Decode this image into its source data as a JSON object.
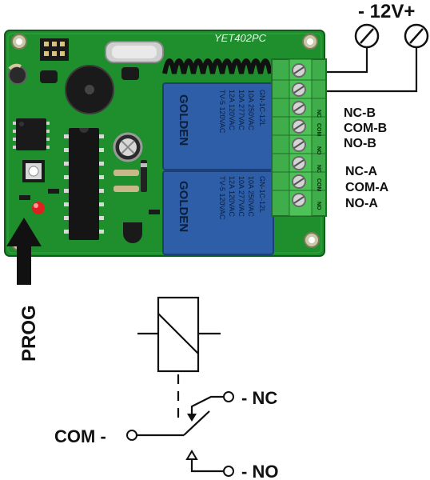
{
  "power": {
    "label": "- 12V+"
  },
  "board": {
    "model": "YET402PC",
    "terminal_strip_labels": [
      "NC",
      "COM",
      "NO",
      "NC",
      "COM",
      "NO"
    ],
    "relay_brand": "GOLDEN",
    "relay_part": "GN-1C-12L",
    "relay_specs": [
      "10A 250VAC",
      "10A 277VAC",
      "12A 120VAC",
      "TV-5 120VAC"
    ]
  },
  "channel_b": {
    "nc": "NC-B",
    "com": "COM-B",
    "no": "NO-B"
  },
  "channel_a": {
    "nc": "NC-A",
    "com": "COM-A",
    "no": "NO-A"
  },
  "prog": {
    "label": "PROG"
  },
  "schematic": {
    "com_label": "COM -",
    "nc_label": "- NC",
    "no_label": "- NO"
  },
  "colors": {
    "pcb": "#1f8f2e",
    "terminal_block": "#3fae4a",
    "relay_body": "#2f5ea8",
    "label": "#111111"
  }
}
